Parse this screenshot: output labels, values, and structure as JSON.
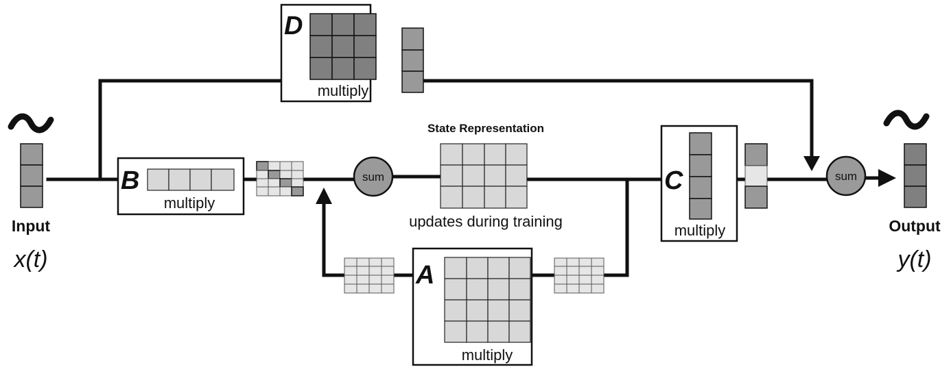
{
  "blocks": {
    "a": {
      "letter": "A",
      "op": "multiply"
    },
    "b": {
      "letter": "B",
      "op": "multiply"
    },
    "c": {
      "letter": "C",
      "op": "multiply"
    },
    "d": {
      "letter": "D",
      "op": "multiply"
    }
  },
  "sum_nodes": {
    "left": "sum",
    "right": "sum"
  },
  "state": {
    "title": "State Representation",
    "caption": "updates during training"
  },
  "input": {
    "label": "Input",
    "signal": "x(t)"
  },
  "output": {
    "label": "Output",
    "signal": "y(t)"
  }
}
